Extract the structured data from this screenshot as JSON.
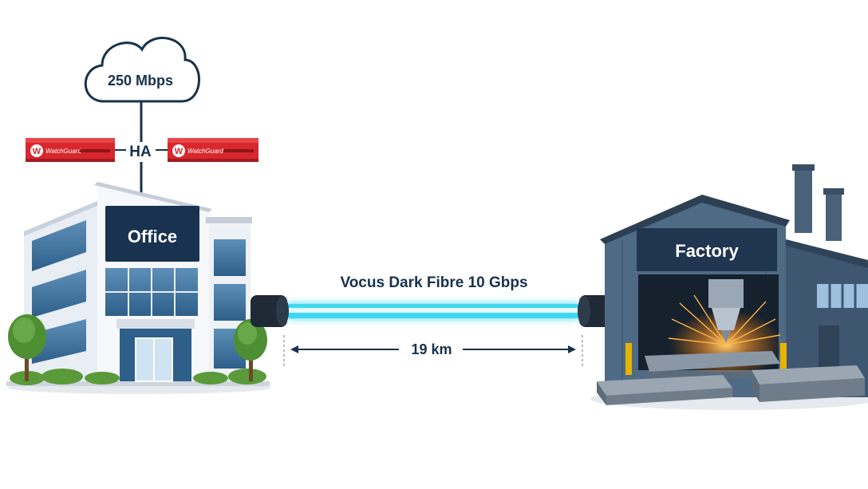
{
  "internet": {
    "label": "250 Mbps"
  },
  "ha": {
    "label": "HA"
  },
  "firewalls": {
    "brand": "WatchGuard"
  },
  "office": {
    "label": "Office"
  },
  "factory": {
    "label": "Factory"
  },
  "link": {
    "label": "Vocus Dark Fibre 10 Gbps",
    "distance": "19 km"
  },
  "colors": {
    "navy": "#17324d",
    "firewall_red": "#d8272d",
    "fibre_glow": "#3fd8f0",
    "factory_wall": "#4f6a85",
    "office_sign": "#18324f"
  }
}
